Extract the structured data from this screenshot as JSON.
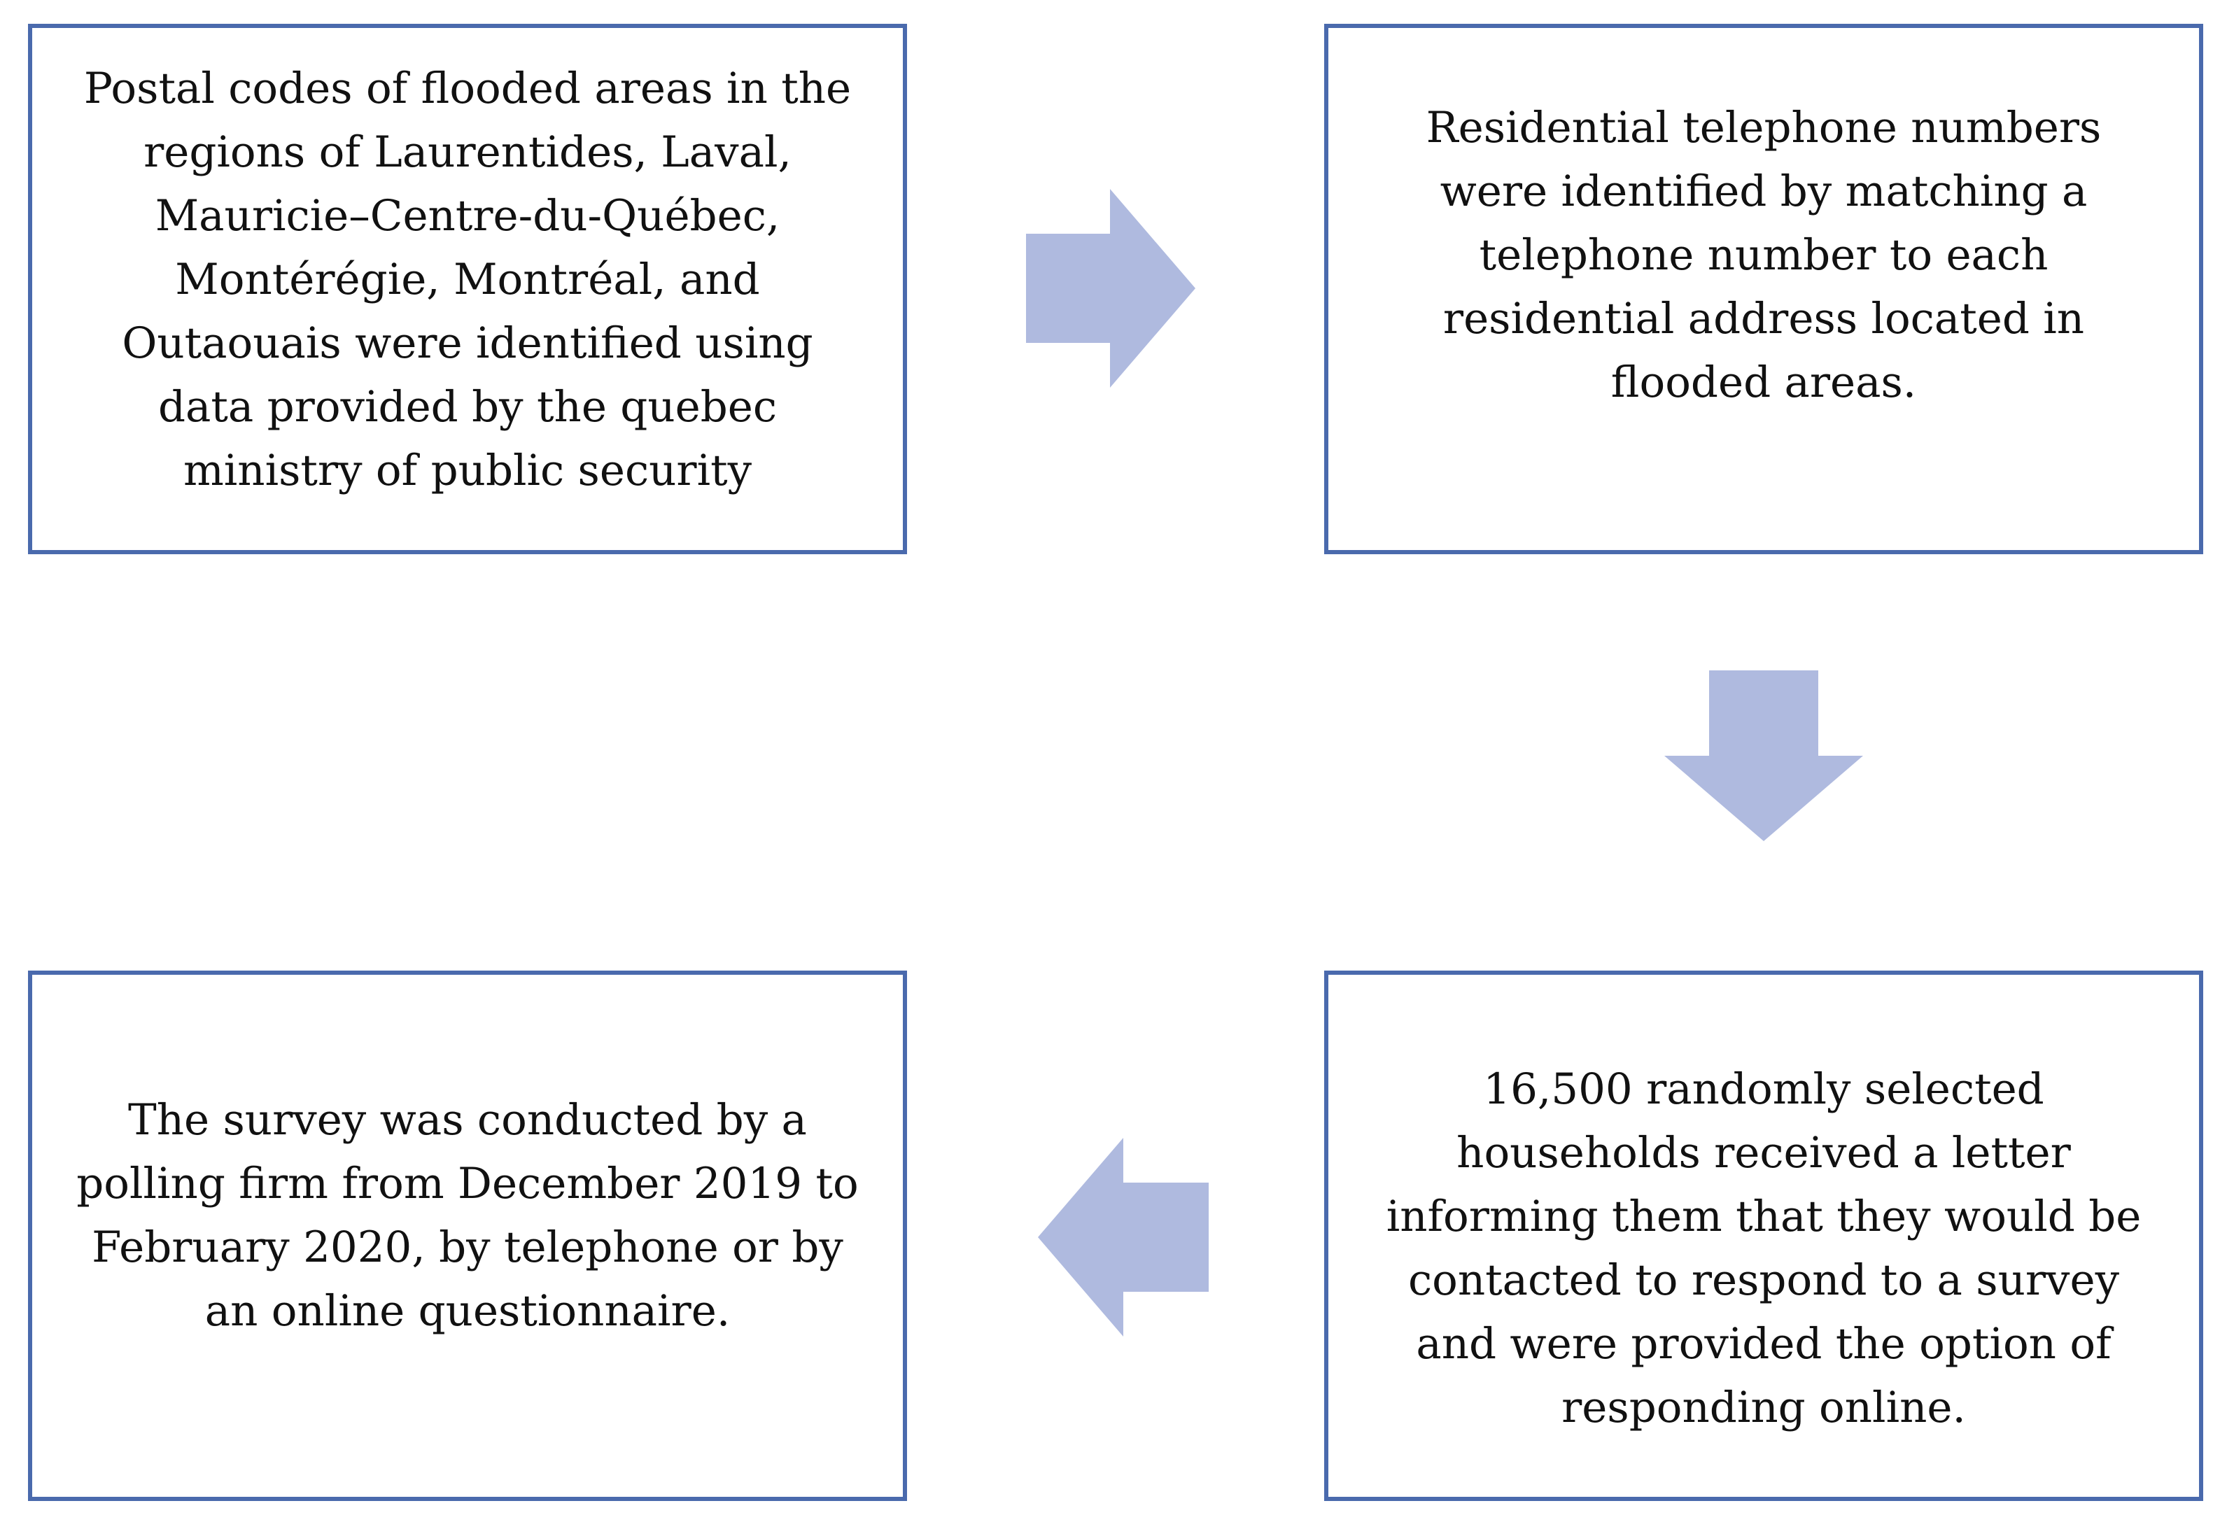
{
  "colors": {
    "box_border": "#4a6aad",
    "arrow_fill": "#afbadf",
    "text": "#111111",
    "background": "#ffffff"
  },
  "steps": [
    {
      "text": "Postal codes of flooded areas in the\nregions of Laurentides, Laval,\nMauricie–Centre-du-Québec,\nMontérégie, Montréal, and\nOutaouais were identified using\ndata provided by the quebec\nministry of public security"
    },
    {
      "text": "Residential telephone numbers\nwere identified by matching a\ntelephone number to each\nresidential address located in\nflooded areas."
    },
    {
      "text": "16,500 randomly selected\nhouseholds received a letter\ninforming them that they would be\ncontacted to respond to a survey\nand were provided the option of\nresponding online."
    },
    {
      "text": "The survey was conducted  by a\npolling firm from December 2019 to\nFebruary 2020, by telephone or by\nan online questionnaire."
    }
  ],
  "arrows": [
    {
      "direction": "right",
      "from_step": 1,
      "to_step": 2
    },
    {
      "direction": "down",
      "from_step": 2,
      "to_step": 3
    },
    {
      "direction": "left",
      "from_step": 3,
      "to_step": 4
    }
  ]
}
